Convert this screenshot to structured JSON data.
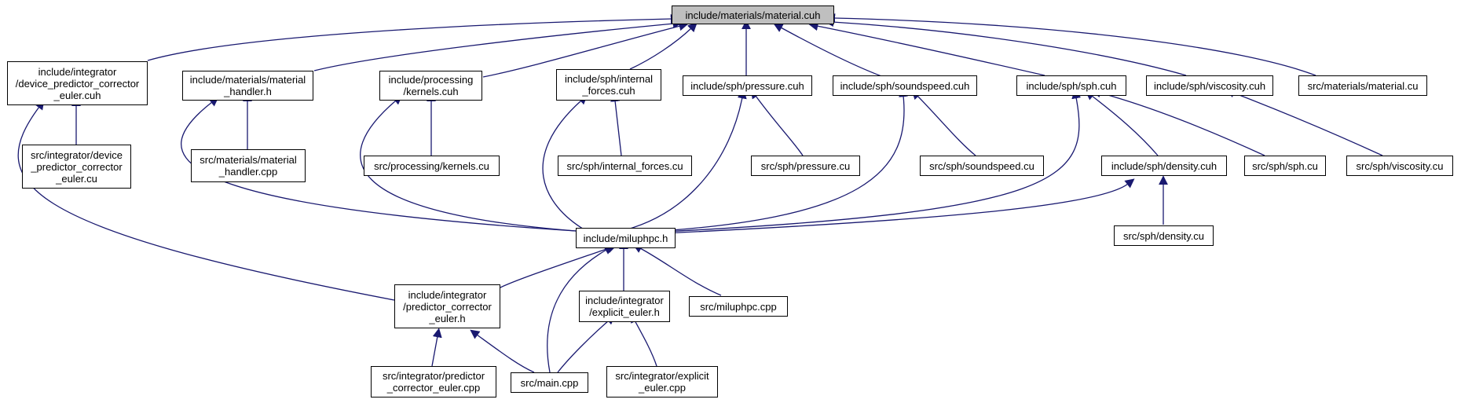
{
  "diagram": {
    "edge_color": "#191970",
    "root_fill": "#bfbfbf",
    "nodes": [
      {
        "id": "root",
        "lines": [
          "include/materials/material.cuh"
        ],
        "root": true
      },
      {
        "id": "dev_pce_h",
        "lines": [
          "include/integrator",
          "/device_predictor_corrector",
          "_euler.cuh"
        ]
      },
      {
        "id": "mat_handler_h",
        "lines": [
          "include/materials/material",
          "_handler.h"
        ]
      },
      {
        "id": "kernels_h",
        "lines": [
          "include/processing",
          "/kernels.cuh"
        ]
      },
      {
        "id": "intforces_h",
        "lines": [
          "include/sph/internal",
          "_forces.cuh"
        ]
      },
      {
        "id": "pressure_h",
        "lines": [
          "include/sph/pressure.cuh"
        ]
      },
      {
        "id": "soundspeed_h",
        "lines": [
          "include/sph/soundspeed.cuh"
        ]
      },
      {
        "id": "sph_h",
        "lines": [
          "include/sph/sph.cuh"
        ]
      },
      {
        "id": "viscosity_h",
        "lines": [
          "include/sph/viscosity.cuh"
        ]
      },
      {
        "id": "material_cu",
        "lines": [
          "src/materials/material.cu"
        ]
      },
      {
        "id": "dev_pce_cu",
        "lines": [
          "src/integrator/device",
          "_predictor_corrector",
          "_euler.cu"
        ]
      },
      {
        "id": "mat_handler_cpp",
        "lines": [
          "src/materials/material",
          "_handler.cpp"
        ]
      },
      {
        "id": "kernels_cu",
        "lines": [
          "src/processing/kernels.cu"
        ]
      },
      {
        "id": "intforces_cu",
        "lines": [
          "src/sph/internal_forces.cu"
        ]
      },
      {
        "id": "pressure_cu",
        "lines": [
          "src/sph/pressure.cu"
        ]
      },
      {
        "id": "soundspeed_cu",
        "lines": [
          "src/sph/soundspeed.cu"
        ]
      },
      {
        "id": "density_h",
        "lines": [
          "include/sph/density.cuh"
        ]
      },
      {
        "id": "sph_cu",
        "lines": [
          "src/sph/sph.cu"
        ]
      },
      {
        "id": "viscosity_cu",
        "lines": [
          "src/sph/viscosity.cu"
        ]
      },
      {
        "id": "miluphpc_h",
        "lines": [
          "include/miluphpc.h"
        ]
      },
      {
        "id": "density_cu",
        "lines": [
          "src/sph/density.cu"
        ]
      },
      {
        "id": "pce_h",
        "lines": [
          "include/integrator",
          "/predictor_corrector",
          "_euler.h"
        ]
      },
      {
        "id": "explicit_h",
        "lines": [
          "include/integrator",
          "/explicit_euler.h"
        ]
      },
      {
        "id": "miluphpc_cpp",
        "lines": [
          "src/miluphpc.cpp"
        ]
      },
      {
        "id": "pce_cpp",
        "lines": [
          "src/integrator/predictor",
          "_corrector_euler.cpp"
        ]
      },
      {
        "id": "main_cpp",
        "lines": [
          "src/main.cpp"
        ]
      },
      {
        "id": "explicit_cpp",
        "lines": [
          "src/integrator/explicit",
          "_euler.cpp"
        ]
      }
    ]
  }
}
